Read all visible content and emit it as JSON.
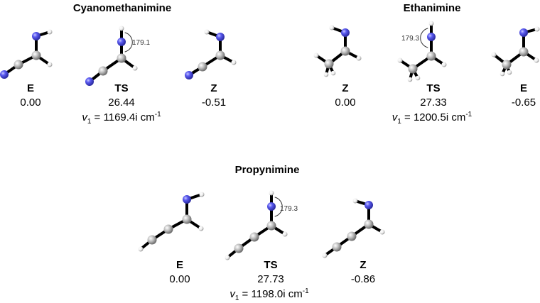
{
  "panels": [
    {
      "title": "Cyanomethanimine",
      "structures": [
        {
          "label": "E",
          "energy": "0.00"
        },
        {
          "label": "TS",
          "energy": "26.44",
          "angle": "179.1",
          "freq_value": "1169.4i",
          "freq_unit": "cm"
        },
        {
          "label": "Z",
          "energy": "-0.51"
        }
      ]
    },
    {
      "title": "Ethanimine",
      "structures": [
        {
          "label": "Z",
          "energy": "0.00"
        },
        {
          "label": "TS",
          "energy": "27.33",
          "angle": "179.3",
          "freq_value": "1200.5i",
          "freq_unit": "cm"
        },
        {
          "label": "E",
          "energy": "-0.65"
        }
      ]
    },
    {
      "title": "Propynimine",
      "structures": [
        {
          "label": "E",
          "energy": "0.00"
        },
        {
          "label": "TS",
          "energy": "27.73",
          "angle": "179.3",
          "freq_value": "1198.0i",
          "freq_unit": "cm"
        },
        {
          "label": "Z",
          "energy": "-0.86"
        }
      ]
    }
  ],
  "freq_symbol": "v",
  "freq_subscript": "1",
  "freq_equals": "=",
  "freq_exponent": "-1",
  "colors": {
    "nitrogen": "#4a4ae0",
    "carbon": "#b8b8b8",
    "hydrogen": "#f2f2f2",
    "bond": "#000000"
  }
}
